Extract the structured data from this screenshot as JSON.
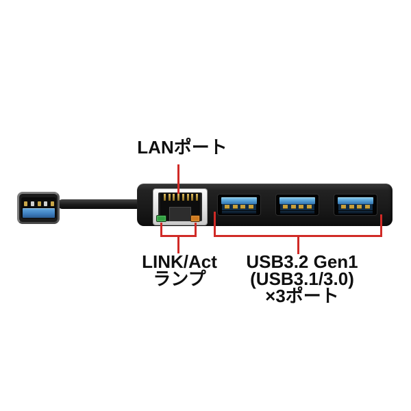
{
  "scene": {
    "background": "#ffffff",
    "annotation_color": "#d02a26",
    "text_color": "#101010"
  },
  "labels": {
    "lan_port": "LANポート",
    "link_act_line1": "LINK/Act",
    "link_act_line2": "ランプ",
    "usb_line1": "USB3.2 Gen1",
    "usb_line2": "(USB3.1/3.0)",
    "usb_line3": "×3ポート"
  },
  "device": {
    "kind": "usb-hub-with-lan-adapter",
    "usb_port_count": 3,
    "colors": {
      "body_black": "#1a1a1a",
      "usb_blue": "#3e7fc0",
      "usb_blue_light": "#7ec5ea",
      "contact_gold": "#c9a13b",
      "lan_bezel_silver": "#e8e8e8",
      "led_green": "#2f9e3f",
      "led_orange": "#cf7a1e"
    }
  }
}
